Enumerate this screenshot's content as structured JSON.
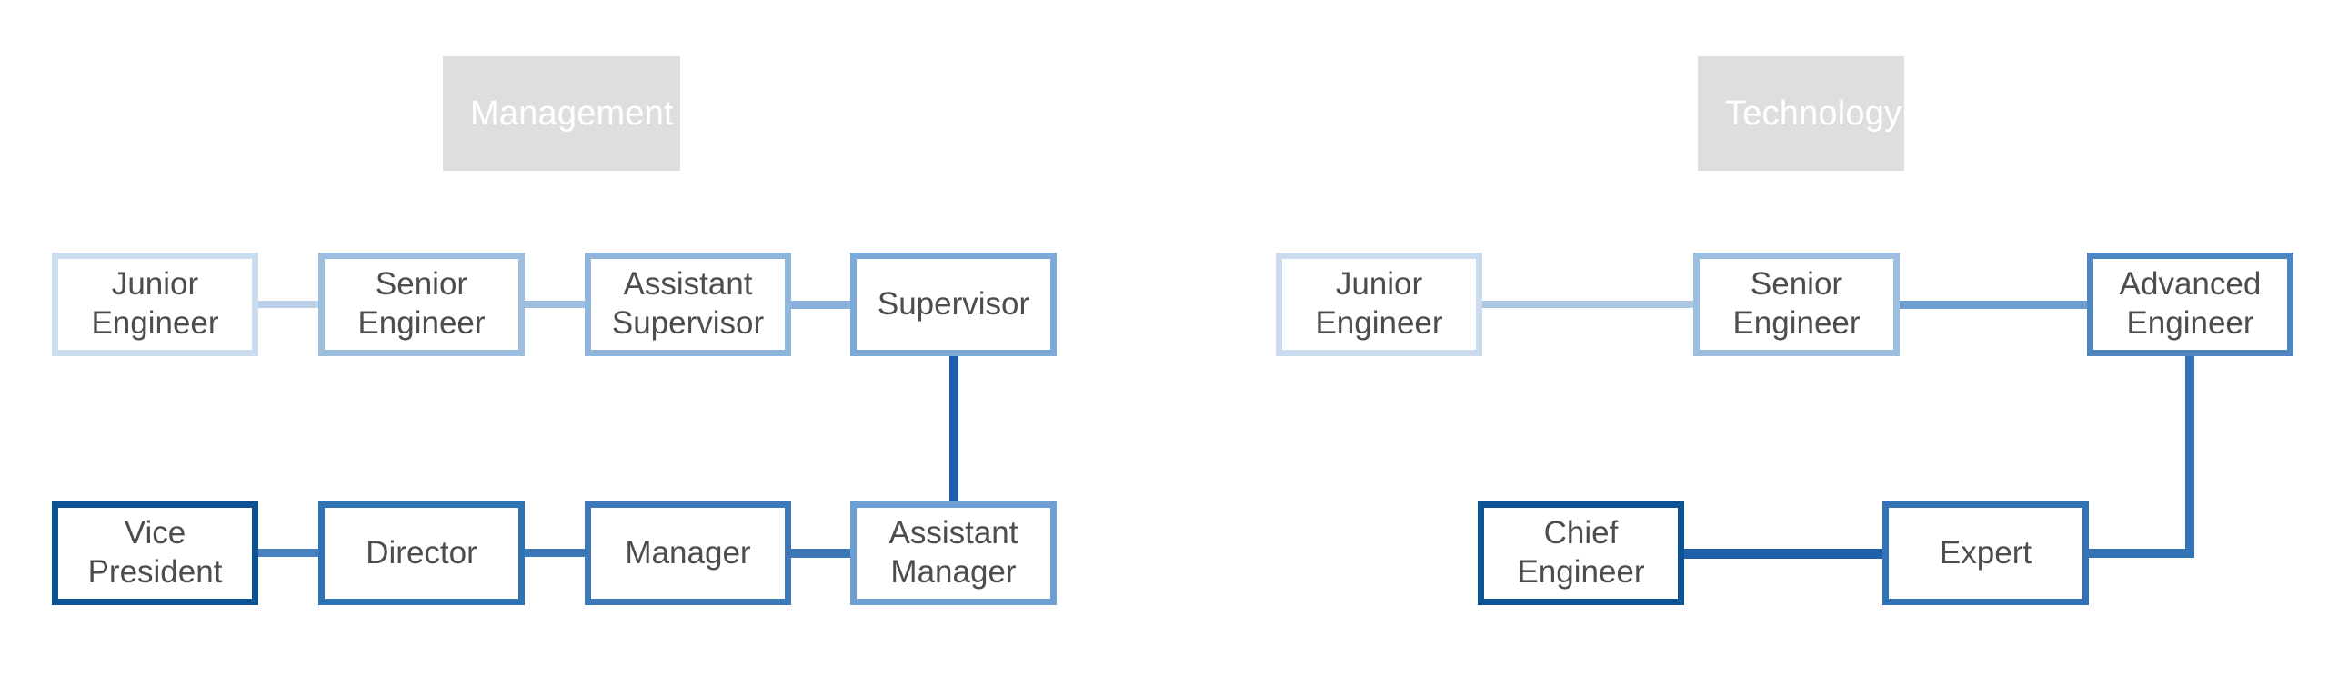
{
  "diagram": {
    "title_visible": false,
    "type": "career-ladder-flow",
    "background": "#ffffff",
    "palette": {
      "level_1": "#cbdcef",
      "level_2": "#9cbedf",
      "level_3": "#84aedb",
      "level_4": "#6e9fd2",
      "level_5": "#4a82c0",
      "level_6": "#3272b5",
      "level_7": "#0b5394",
      "header_bg": "#dedede",
      "header_text": "#ffffff",
      "node_text": "#4d4d4d",
      "node_fill": "#ffffff"
    }
  },
  "sections": [
    {
      "id": "management",
      "label": "Management"
    },
    {
      "id": "technology",
      "label": "Technology"
    }
  ],
  "nodes": {
    "mgmt_junior_engineer": {
      "label": "Junior\nEngineer",
      "section": "management",
      "row": "top",
      "rank": 1
    },
    "mgmt_senior_engineer": {
      "label": "Senior\nEngineer",
      "section": "management",
      "row": "top",
      "rank": 2
    },
    "mgmt_assistant_supervisor": {
      "label": "Assistant\nSupervisor",
      "section": "management",
      "row": "top",
      "rank": 3
    },
    "mgmt_supervisor": {
      "label": "Supervisor",
      "section": "management",
      "row": "top",
      "rank": 4
    },
    "mgmt_vice_president": {
      "label": "Vice\nPresident",
      "section": "management",
      "row": "bottom",
      "rank": 8
    },
    "mgmt_director": {
      "label": "Director",
      "section": "management",
      "row": "bottom",
      "rank": 7
    },
    "mgmt_manager": {
      "label": "Manager",
      "section": "management",
      "row": "bottom",
      "rank": 6
    },
    "mgmt_assistant_manager": {
      "label": "Assistant\nManager",
      "section": "management",
      "row": "bottom",
      "rank": 5
    },
    "tech_junior_engineer": {
      "label": "Junior\nEngineer",
      "section": "technology",
      "row": "top",
      "rank": 1
    },
    "tech_senior_engineer": {
      "label": "Senior\nEngineer",
      "section": "technology",
      "row": "top",
      "rank": 2
    },
    "tech_advanced_engineer": {
      "label": "Advanced\nEngineer",
      "section": "technology",
      "row": "top",
      "rank": 3
    },
    "tech_chief_engineer": {
      "label": "Chief\nEngineer",
      "section": "technology",
      "row": "bottom",
      "rank": 5
    },
    "tech_expert": {
      "label": "Expert",
      "section": "technology",
      "row": "bottom",
      "rank": 4
    }
  },
  "edges": [
    {
      "from": "mgmt_junior_engineer",
      "to": "mgmt_senior_engineer"
    },
    {
      "from": "mgmt_senior_engineer",
      "to": "mgmt_assistant_supervisor"
    },
    {
      "from": "mgmt_assistant_supervisor",
      "to": "mgmt_supervisor"
    },
    {
      "from": "mgmt_supervisor",
      "to": "mgmt_assistant_manager"
    },
    {
      "from": "mgmt_assistant_manager",
      "to": "mgmt_manager"
    },
    {
      "from": "mgmt_manager",
      "to": "mgmt_director"
    },
    {
      "from": "mgmt_director",
      "to": "mgmt_vice_president"
    },
    {
      "from": "tech_junior_engineer",
      "to": "tech_senior_engineer"
    },
    {
      "from": "tech_senior_engineer",
      "to": "tech_advanced_engineer"
    },
    {
      "from": "tech_advanced_engineer",
      "to": "tech_expert"
    },
    {
      "from": "tech_expert",
      "to": "tech_chief_engineer"
    }
  ]
}
